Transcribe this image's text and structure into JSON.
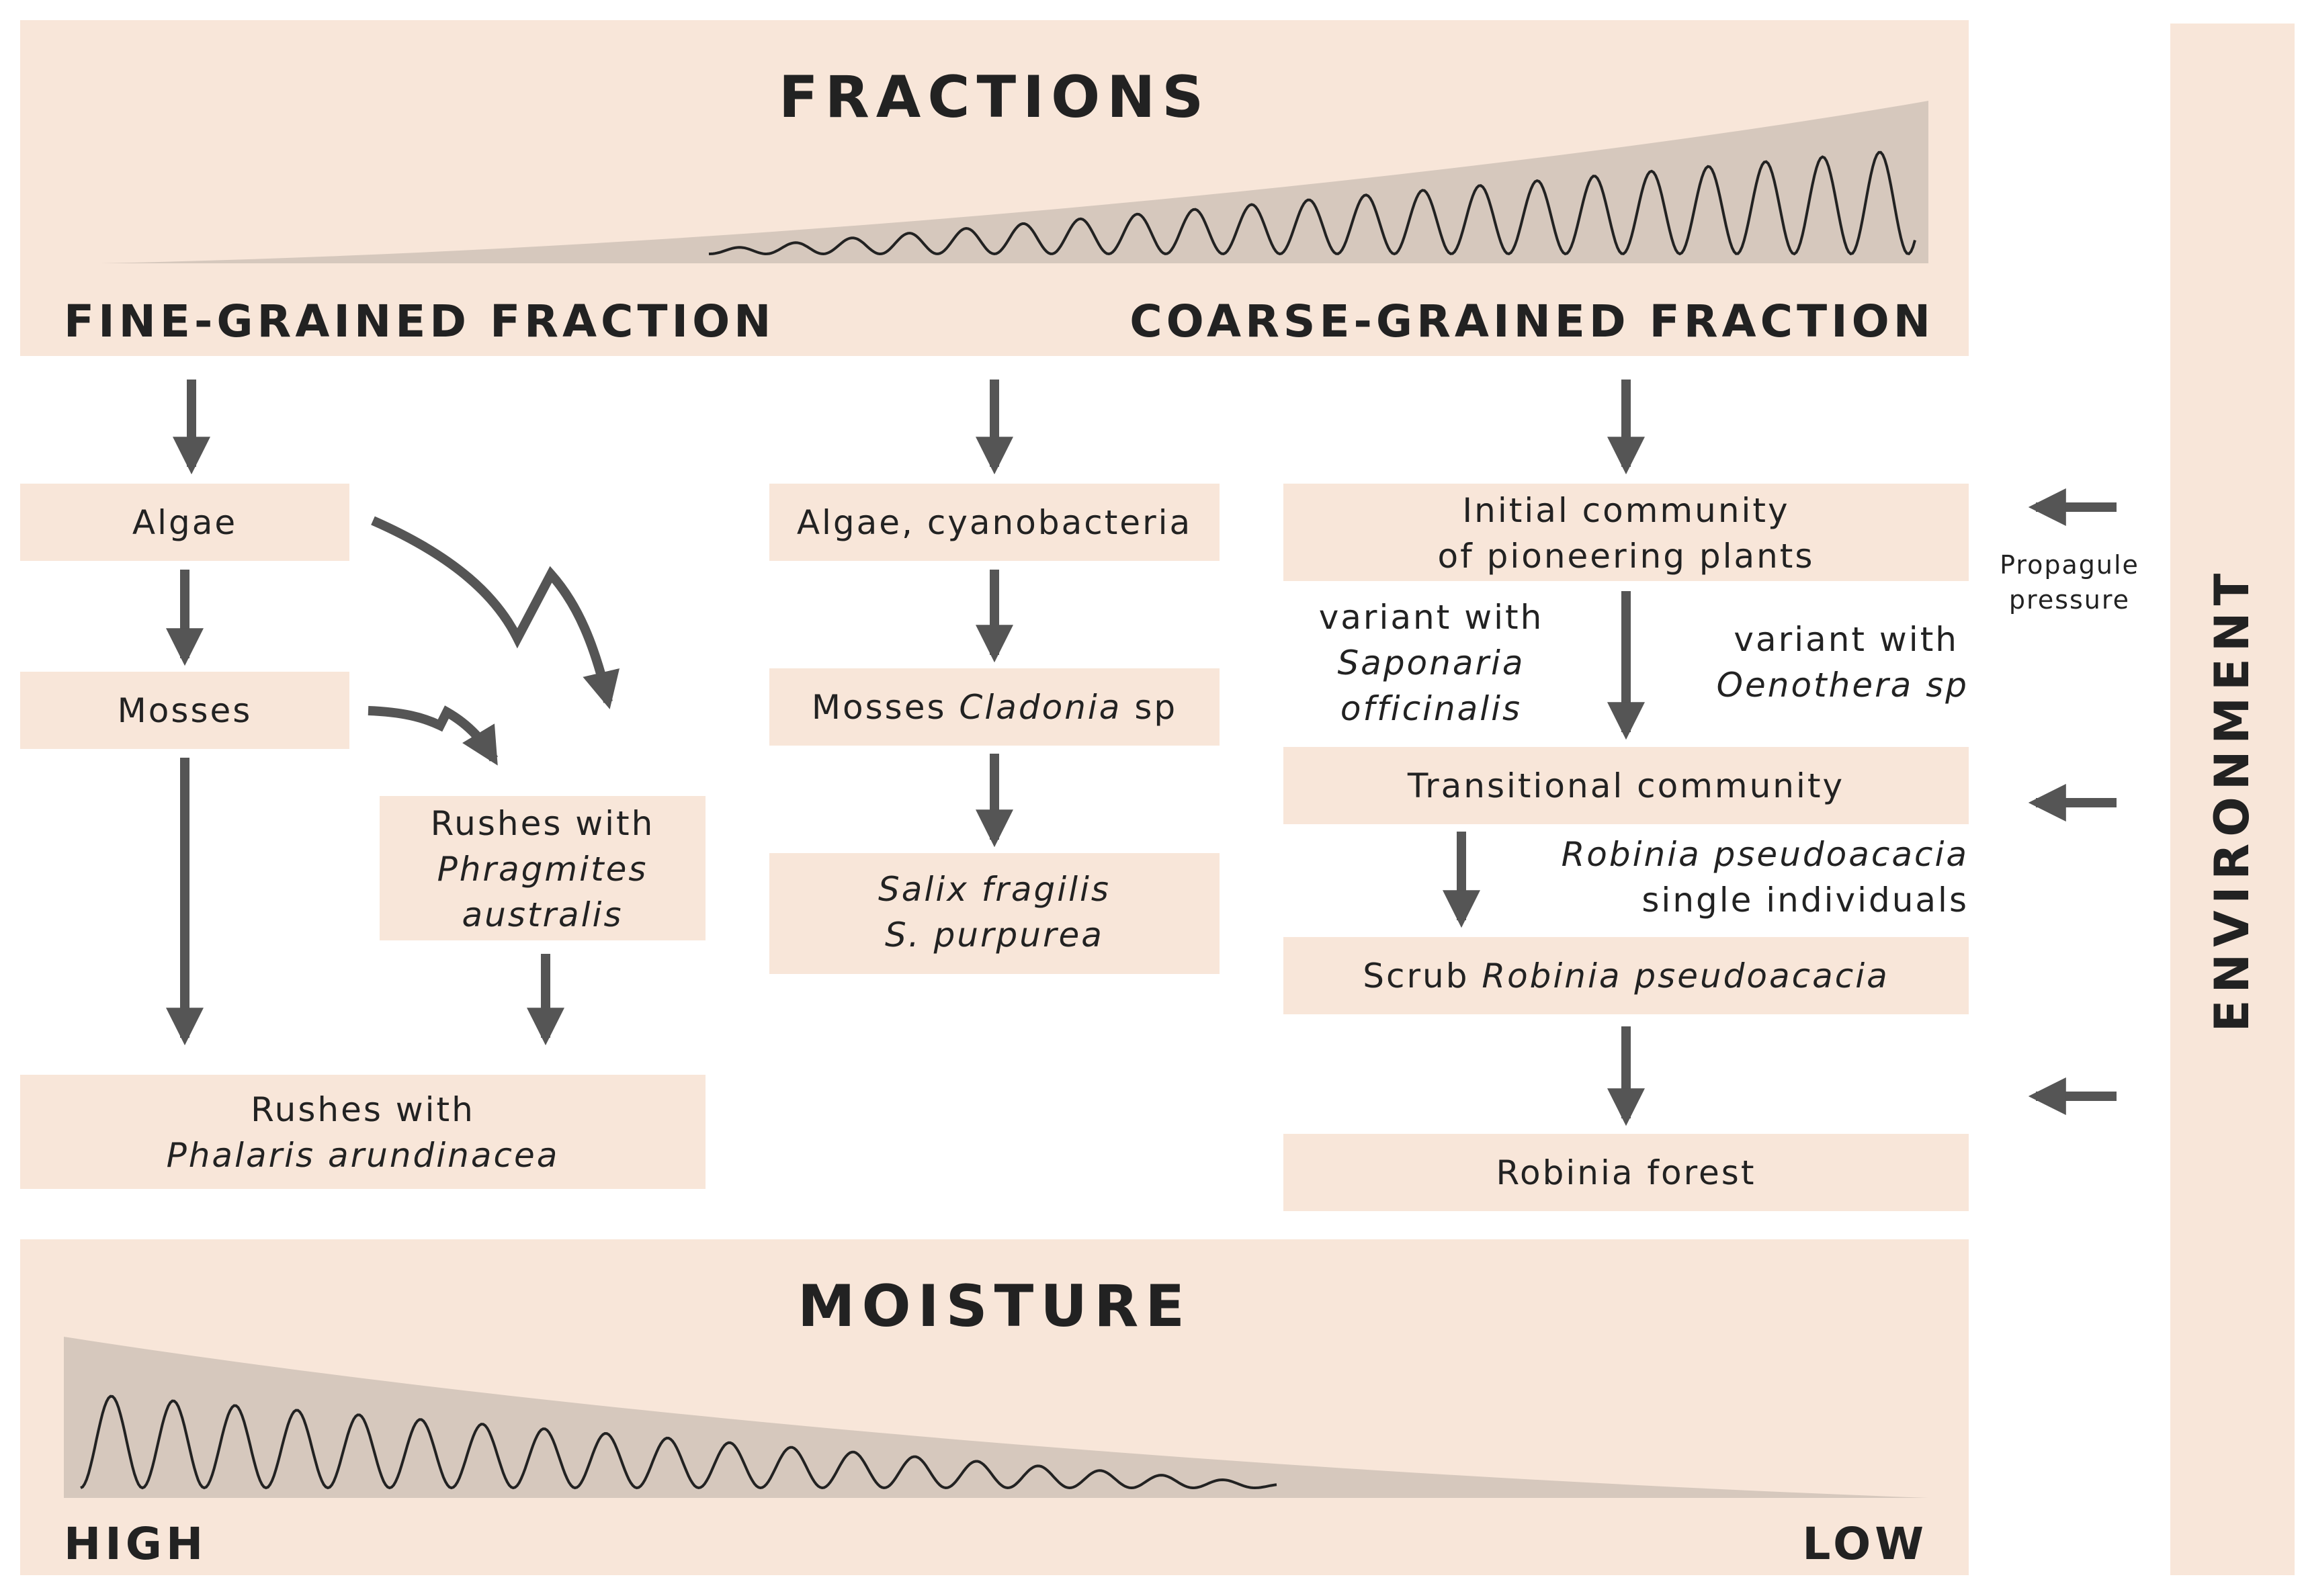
{
  "fractions": {
    "title": "FRACTIONS",
    "fine": "FINE-GRAINED FRACTION",
    "coarse": "COARSE-GRAINED FRACTION"
  },
  "moisture": {
    "title": "MOISTURE",
    "high": "HIGH",
    "low": "LOW"
  },
  "environment": {
    "label": "ENVIRONMENT"
  },
  "fine_col": {
    "algae": "Algae",
    "mosses": "Mosses",
    "rushes_phragmites": {
      "line1": "Rushes with",
      "line2": "Phragmites",
      "line3": "australis"
    },
    "rushes_phalaris": {
      "line1": "Rushes with",
      "line2": "Phalaris arundinacea"
    }
  },
  "middle_col": {
    "algae_cyano": "Algae, cyanobacteria",
    "mosses_prefix": "Mosses ",
    "mosses_italic": "Cladonia",
    "mosses_suffix": " sp",
    "salix_line1": "Salix fragilis",
    "salix_line2": "S. purpurea"
  },
  "coarse_col": {
    "initial_line1": "Initial community",
    "initial_line2": "of pioneering plants",
    "variant_left_line1": "variant with",
    "variant_left_line2": "Saponaria",
    "variant_left_line3": "officinalis",
    "variant_right_line1": "variant with",
    "variant_right_line2": "Oenothera sp",
    "transitional": "Transitional community",
    "robinia_single_line1": "Robinia pseudoacacia",
    "robinia_single_line2": "single individuals",
    "scrub_prefix": "Scrub ",
    "scrub_italic": "Robinia pseudoacacia",
    "forest": "Robinia forest",
    "propagule_line1": "Propagule",
    "propagule_line2": "pressure"
  },
  "colors": {
    "box_fill": "#f8e6d9",
    "wedge": "#d6c8bd",
    "arrow": "#555555",
    "text": "#222222"
  }
}
